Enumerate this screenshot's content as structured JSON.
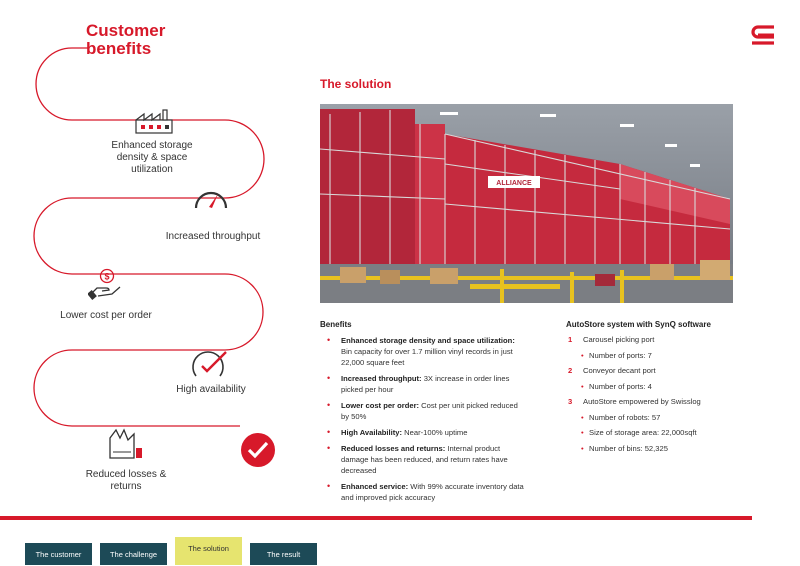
{
  "page": {
    "title": "Customer benefits",
    "section_title": "The solution"
  },
  "colors": {
    "accent": "#d7192a",
    "nav_dark": "#1d4a57",
    "nav_active": "#e6e46f"
  },
  "benefits_path": [
    {
      "icon": "factory-icon",
      "label": "Enhanced storage density & space utilization"
    },
    {
      "icon": "speedometer-icon",
      "label": "Increased throughput"
    },
    {
      "icon": "hand-dollar-icon",
      "label": "Lower cost per order"
    },
    {
      "icon": "gauge-check-icon",
      "label": "High availability"
    },
    {
      "icon": "broken-box-icon",
      "label": "Reduced losses & returns"
    }
  ],
  "photo": {
    "sign_text": "ALLIANCE"
  },
  "benefits_section": {
    "heading": "Benefits",
    "items": [
      {
        "bold": "Enhanced storage density and space utilization:",
        "text": " Bin capacity for over 1.7 million vinyl records in just 22,000 square feet"
      },
      {
        "bold": "Increased throughput:",
        "text": " 3X increase in order lines picked per hour"
      },
      {
        "bold": "Lower cost per order:",
        "text": " Cost per unit picked reduced by 50%"
      },
      {
        "bold": "High Availability:",
        "text": " Near-100% uptime"
      },
      {
        "bold": "Reduced losses and returns:",
        "text": " Internal product damage has been reduced, and return rates have decreased"
      },
      {
        "bold": "Enhanced service:",
        "text": " With 99% accurate inventory data and improved pick accuracy"
      }
    ]
  },
  "system_section": {
    "heading": "AutoStore system with SynQ software",
    "items": [
      {
        "num": "1",
        "text": "Carousel picking port"
      },
      {
        "sub": "Number of ports: 7"
      },
      {
        "num": "2",
        "text": "Conveyor decant port"
      },
      {
        "sub": "Number of ports: 4"
      },
      {
        "num": "3",
        "text": "AutoStore empowered by Swisslog"
      },
      {
        "sub": "Number of robots: 57"
      },
      {
        "sub": "Size of storage area: 22,000sqft"
      },
      {
        "sub": "Number of bins: 52,325"
      }
    ]
  },
  "nav": {
    "tabs": [
      {
        "label": "The customer"
      },
      {
        "label": "The challenge"
      },
      {
        "label": "The solution"
      },
      {
        "label": "The result"
      }
    ]
  }
}
